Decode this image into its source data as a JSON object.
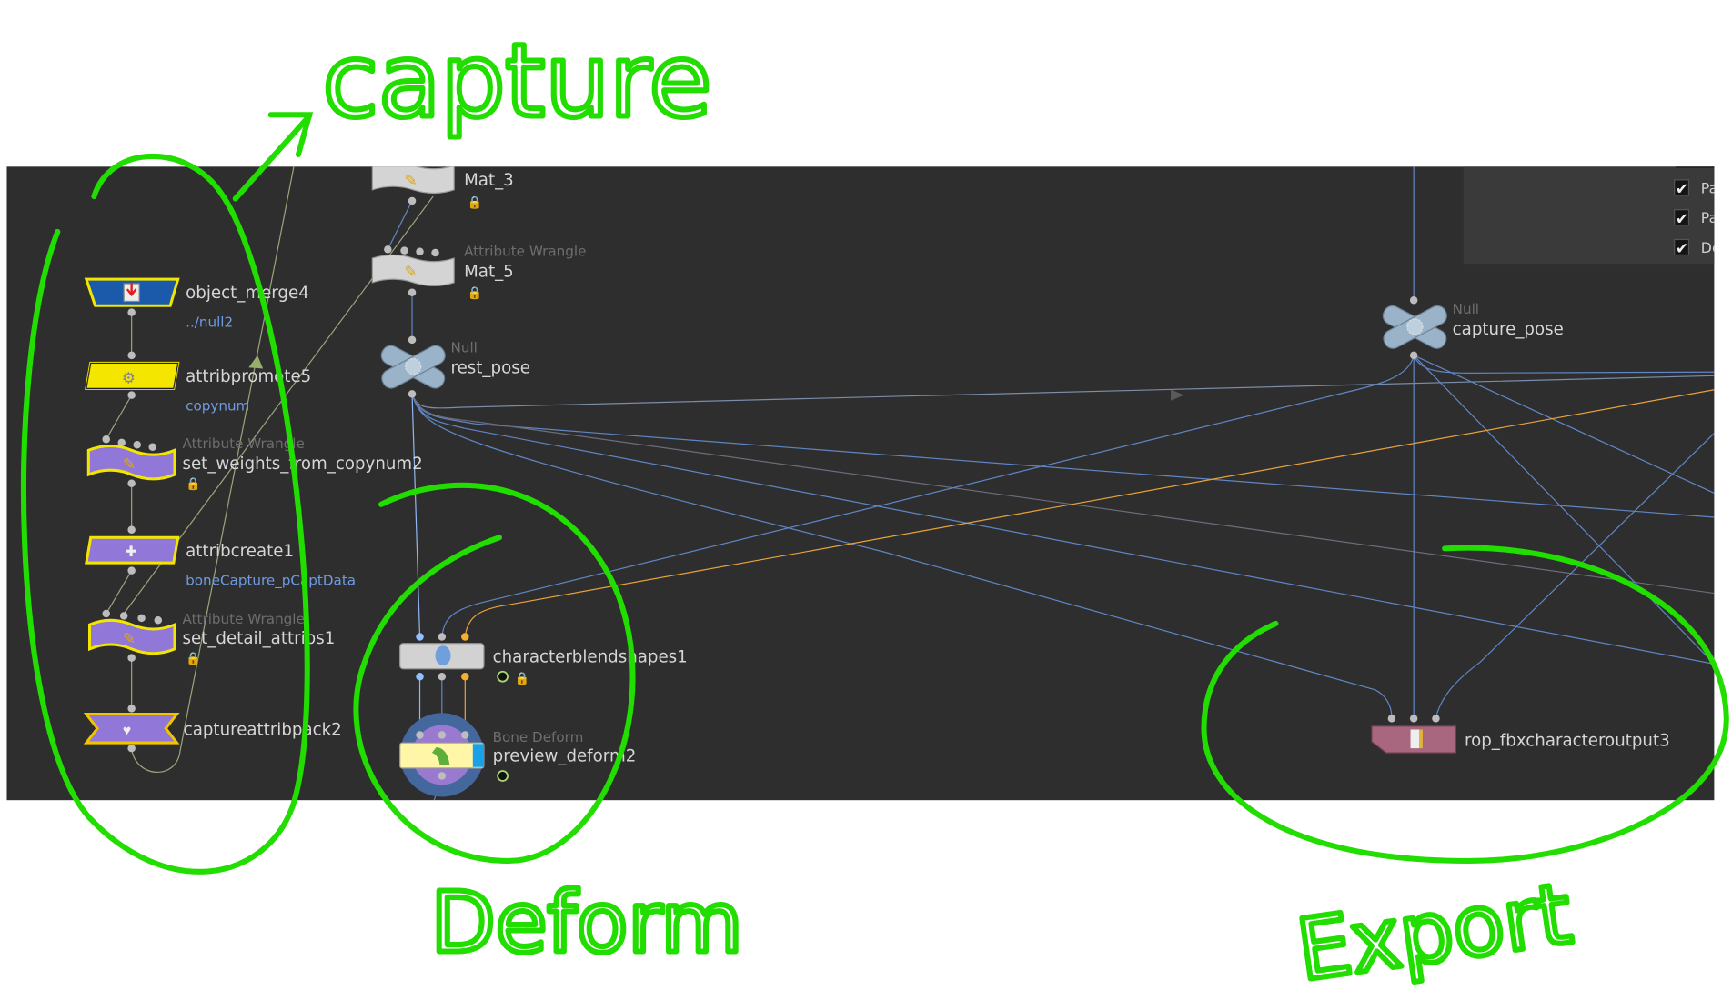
{
  "annotations": {
    "capture": "capture",
    "deform": "Deform",
    "export": "Export",
    "color": "#22dd00"
  },
  "nodes": {
    "mat3": {
      "name": "Mat_3"
    },
    "mat5": {
      "type": "Attribute Wrangle",
      "name": "Mat_5"
    },
    "rest_pose": {
      "type": "Null",
      "name": "rest_pose"
    },
    "object_merge4": {
      "name": "object_merge4",
      "sub": "../null2"
    },
    "attribpromote5": {
      "name": "attribpromote5",
      "sub": "copynum"
    },
    "set_weights": {
      "type": "Attribute Wrangle",
      "name": "set_weights_from_copynum2"
    },
    "attribcreate1": {
      "name": "attribcreate1",
      "sub": "boneCapture_pCaptData"
    },
    "set_detail": {
      "type": "Attribute Wrangle",
      "name": "set_detail_attribs1"
    },
    "captureattribpack2": {
      "name": "captureattribpack2"
    },
    "characterblendshapes1": {
      "name": "characterblendshapes1"
    },
    "preview_deform2": {
      "type": "Bone Deform",
      "name": "preview_deform2"
    },
    "capture_pose": {
      "type": "Null",
      "name": "capture_pose"
    },
    "rop": {
      "name": "rop_fbxcharacteroutput3"
    }
  },
  "params": {
    "checkboxes": [
      {
        "label": "Pa",
        "checked": true
      },
      {
        "label": "Pa",
        "checked": true
      },
      {
        "label": "De",
        "checked": true
      }
    ]
  },
  "colors": {
    "background": "#2e2e2e",
    "wire_blue": "#5f86c4",
    "wire_orange": "#e8a33a",
    "wire_olive": "#9aa57a"
  }
}
